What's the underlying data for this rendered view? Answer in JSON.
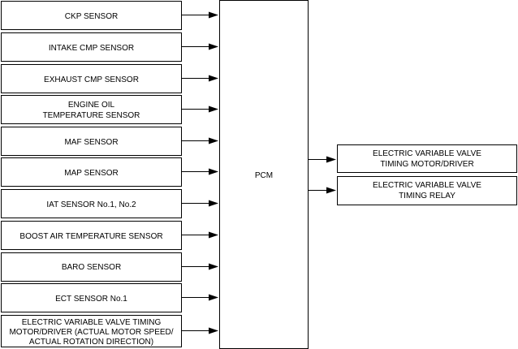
{
  "inputs": [
    {
      "lines": [
        "CKP SENSOR"
      ]
    },
    {
      "lines": [
        "INTAKE CMP SENSOR"
      ]
    },
    {
      "lines": [
        "EXHAUST CMP SENSOR"
      ]
    },
    {
      "lines": [
        "ENGINE OIL",
        "TEMPERATURE SENSOR"
      ]
    },
    {
      "lines": [
        "MAF SENSOR"
      ]
    },
    {
      "lines": [
        "MAP SENSOR"
      ]
    },
    {
      "lines": [
        "IAT SENSOR No.1, No.2"
      ]
    },
    {
      "lines": [
        "BOOST AIR TEMPERATURE SENSOR"
      ]
    },
    {
      "lines": [
        "BARO SENSOR"
      ]
    },
    {
      "lines": [
        "ECT SENSOR No.1"
      ]
    },
    {
      "lines": [
        "ELECTRIC VARIABLE VALVE TIMING",
        "MOTOR/DRIVER (ACTUAL MOTOR SPEED/",
        "ACTUAL ROTATION DIRECTION)"
      ]
    }
  ],
  "controller": {
    "label": "PCM"
  },
  "outputs": [
    {
      "lines": [
        "ELECTRIC VARIABLE VALVE",
        "TIMING MOTOR/DRIVER"
      ]
    },
    {
      "lines": [
        "ELECTRIC VARIABLE VALVE",
        "TIMING RELAY"
      ]
    }
  ]
}
